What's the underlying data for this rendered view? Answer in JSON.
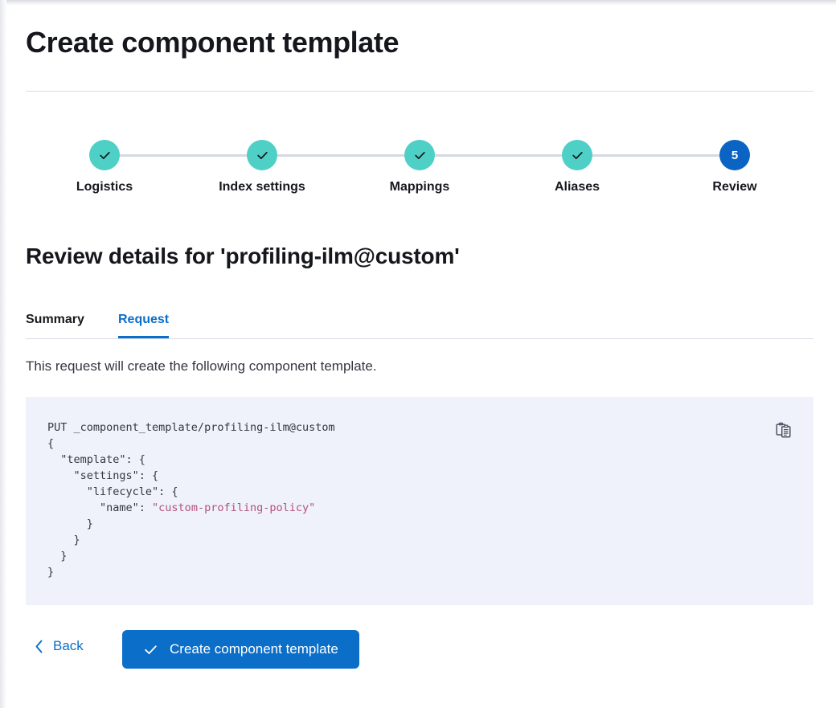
{
  "page": {
    "title": "Create component template"
  },
  "stepper": {
    "steps": [
      {
        "label": "Logistics",
        "state": "done",
        "marker": "check-icon"
      },
      {
        "label": "Index settings",
        "state": "done",
        "marker": "check-icon"
      },
      {
        "label": "Mappings",
        "state": "done",
        "marker": "check-icon"
      },
      {
        "label": "Aliases",
        "state": "done",
        "marker": "check-icon"
      },
      {
        "label": "Review",
        "state": "current",
        "marker": "5"
      }
    ],
    "colors": {
      "done": "#4ed0c6",
      "current": "#0b64c4",
      "connector": "#d6d9e3"
    }
  },
  "review": {
    "heading": "Review details for 'profiling-ilm@custom'",
    "tabs": [
      {
        "label": "Summary",
        "active": false
      },
      {
        "label": "Request",
        "active": true
      }
    ],
    "description": "This request will create the following component template."
  },
  "code": {
    "method_line": "PUT _component_template/profiling-ilm@custom",
    "lines": [
      "{",
      "  \"template\": {",
      "    \"settings\": {",
      "      \"lifecycle\": {",
      "        \"name\": \"custom-profiling-policy\"",
      "      }",
      "    }",
      "  }",
      "}"
    ],
    "string_value": "\"custom-profiling-policy\"",
    "copy_icon": "copy-clipboard-icon",
    "background": "#eff2fa",
    "string_color": "#b1527c"
  },
  "actions": {
    "back_label": "Back",
    "back_icon": "chevron-left-icon",
    "submit_label": "Create component template",
    "submit_icon": "check-icon",
    "submit_color": "#0b6ec9"
  }
}
